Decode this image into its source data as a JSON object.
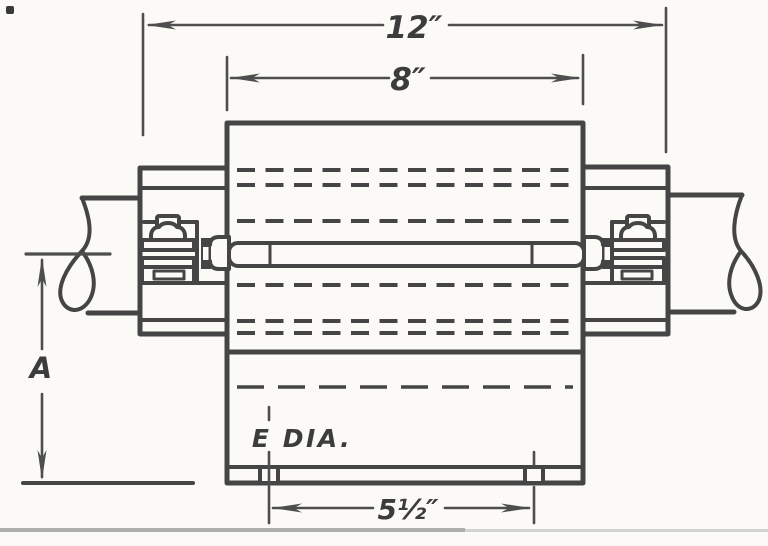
{
  "drawing": {
    "kind": "dimensioned mechanical drawing of a shaft-mounted drum pulley with pillow-block bearings",
    "dimensions": {
      "overall_width": "12″",
      "face_width": "8″",
      "hole_spacing": "5½″",
      "height_label": "A",
      "hole_note": "E DIA."
    },
    "colors": {
      "line": "#454545",
      "dim": "#4e4e4e",
      "text": "#3c3c3c",
      "paper": "#fbfaf6",
      "noise_dark": "#9b9b97",
      "noise_light": "#c6c6c2",
      "speck": "#3a3a3a"
    }
  }
}
